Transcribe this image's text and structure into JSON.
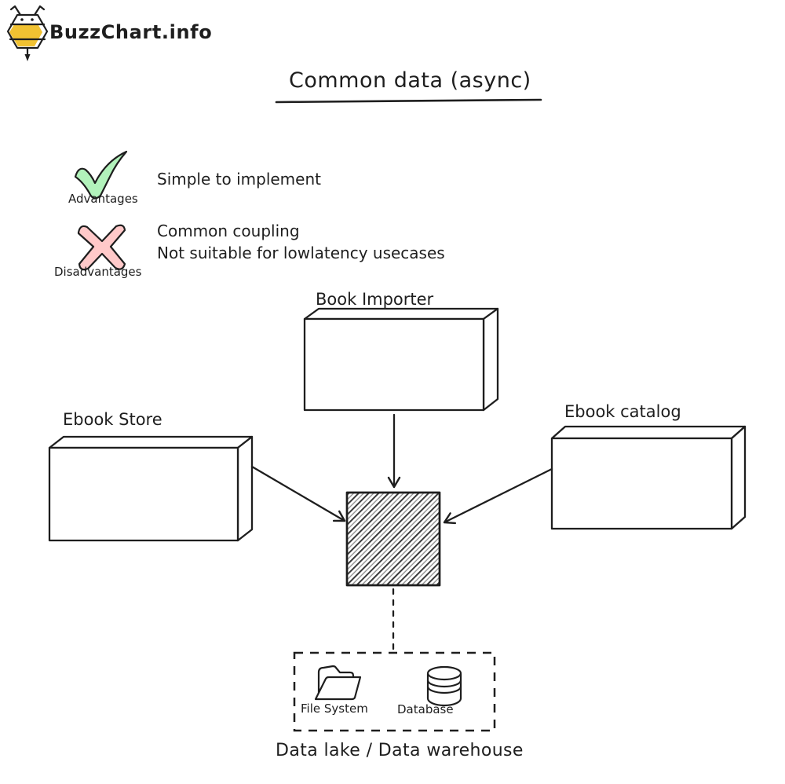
{
  "brand": {
    "name": "BuzzChart.info"
  },
  "title": {
    "text": "Common data (async)"
  },
  "advantages": {
    "label": "Advantages",
    "items": [
      "Simple to implement"
    ]
  },
  "disadvantages": {
    "label": "Disadvantages",
    "items": [
      "Common coupling",
      "Not suitable for lowlatency usecases"
    ]
  },
  "nodes": {
    "book_importer": {
      "label": "Book Importer"
    },
    "ebook_store": {
      "label": "Ebook Store"
    },
    "ebook_catalog": {
      "label": "Ebook catalog"
    }
  },
  "storage": {
    "caption": "Data lake / Data warehouse",
    "items": [
      {
        "icon": "folder-icon",
        "label": "File System"
      },
      {
        "icon": "database-icon",
        "label": "Database"
      }
    ]
  },
  "colors": {
    "ink": "#1e1e1e",
    "bee_yellow": "#f1c232",
    "advantage_green": "#b2f2bb",
    "disadvantage_red": "#ffc9c9",
    "background": "#ffffff"
  }
}
